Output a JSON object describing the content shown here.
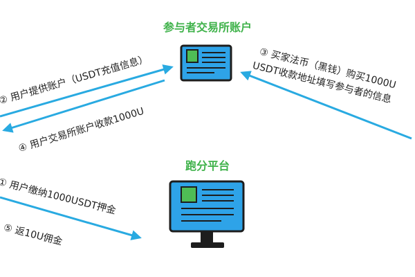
{
  "titles": {
    "exchange": "参与者交易所账户",
    "platform": "跑分平台"
  },
  "steps": {
    "s1": "① 用户缴纳1000USDT押金",
    "s2": "② 用户提供账户（USDT充值信息）",
    "s3a": "③ 买家法币（黑钱）购买1000U",
    "s3b": "USDT收款地址填写参与者的信息",
    "s4": "④ 用户交易所账户收款1000U",
    "s5": "⑤ 返10U佣金"
  },
  "colors": {
    "arrow": "#29aae1",
    "title": "#3fb24a",
    "screen": "#2ea3e8",
    "outline": "#1d1d1d",
    "card": "#4fbd55"
  },
  "icons": {
    "exchange": "id-card-monitor-icon",
    "platform": "desktop-monitor-icon"
  }
}
